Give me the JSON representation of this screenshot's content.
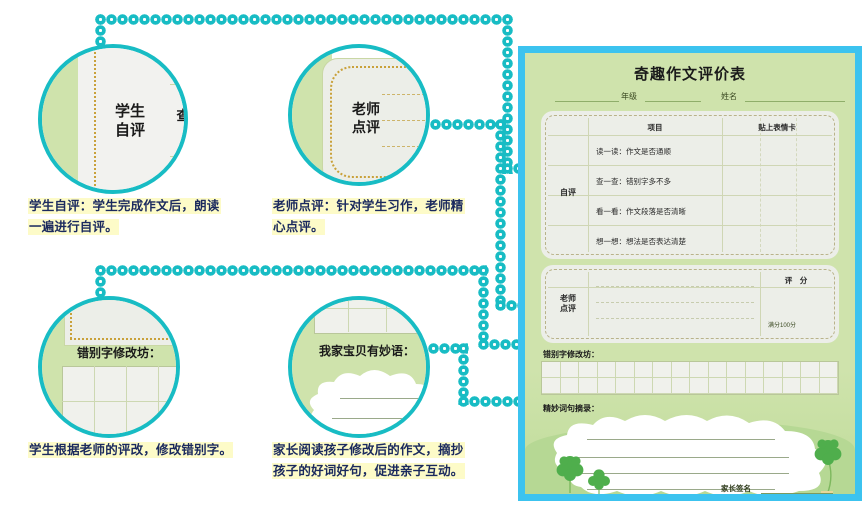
{
  "worksheet": {
    "title": "奇趣作文评价表",
    "field_grade": "年级",
    "field_name": "姓名",
    "self_section_label": "自评",
    "col_item": "项目",
    "col_sticker": "贴上表情卡",
    "self_rows": [
      "读一读：作文是否通顺",
      "查一查：错别字多不多",
      "看一看：作文段落是否清晰",
      "想一想：想法是否表达清楚"
    ],
    "teacher_section_label": "老师\n点评",
    "teacher_label_line1": "老师",
    "teacher_label_line2": "点评",
    "score_label": "评　分",
    "score_max": "满分100分",
    "typo_section_label": "错别字修改坊：",
    "quote_section_label": "精妙词句摘录：",
    "parent_sign_label": "家长签名"
  },
  "circles": [
    {
      "id": "self-eval",
      "label": "学生\n自评",
      "label_line1": "学生",
      "label_line2": "自评",
      "side_text": "查"
    },
    {
      "id": "teacher-comment",
      "label_line1": "老师",
      "label_line2": "点评"
    },
    {
      "id": "typo-fix",
      "heading": "错别字修改坊："
    },
    {
      "id": "parent-quote",
      "heading": "我家宝贝有妙语："
    }
  ],
  "captions": [
    {
      "id": "caption-self-eval",
      "lines": [
        "学生自评：学生完成作文后，朗读",
        "一遍进行自评。"
      ]
    },
    {
      "id": "caption-teacher",
      "lines": [
        "老师点评：针对学生习作，老师精",
        "心点评。"
      ]
    },
    {
      "id": "caption-typo",
      "lines": [
        "学生根据老师的评改，修改错别字。"
      ]
    },
    {
      "id": "caption-parent",
      "lines": [
        "家长阅读孩子修改后的作文，摘抄",
        "孩子的好词好句，促进亲子互动。"
      ]
    }
  ],
  "colors": {
    "teal": "#18bcc4",
    "frame_blue": "#3cc3ef",
    "sheet_green": "#cfe3ac",
    "highlight_yellow": "#fdfbc8",
    "caption_text": "#1b2a5e"
  }
}
